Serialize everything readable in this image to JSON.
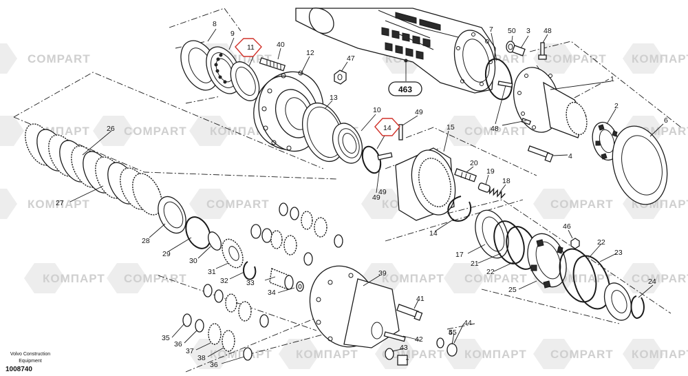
{
  "watermarks": [
    "COMPART",
    "КОМПАРТ"
  ],
  "callouts": [
    "1",
    "2",
    "3",
    "4",
    "5",
    "6",
    "7",
    "8",
    "9",
    "10",
    "11",
    "12",
    "13",
    "14",
    "14",
    "15",
    "17",
    "18",
    "19",
    "20",
    "21",
    "22",
    "22",
    "23",
    "24",
    "25",
    "26",
    "27",
    "28",
    "29",
    "30",
    "31",
    "32",
    "33",
    "34",
    "35",
    "36",
    "36",
    "37",
    "38",
    "39",
    "40",
    "41",
    "42",
    "43",
    "44",
    "45",
    "46",
    "47",
    "48",
    "48",
    "49",
    "49",
    "49",
    "50"
  ],
  "highlighted_callouts": [
    "11",
    "14"
  ],
  "reference": "463",
  "caption": {
    "line1": "Volvo Construction",
    "line2": "Equipment",
    "drawing_number": "1008740"
  },
  "colors": {
    "line": "#1a1a1a",
    "highlight": "#d0322a",
    "watermark": "#cfcfcf",
    "background": "#ffffff"
  }
}
